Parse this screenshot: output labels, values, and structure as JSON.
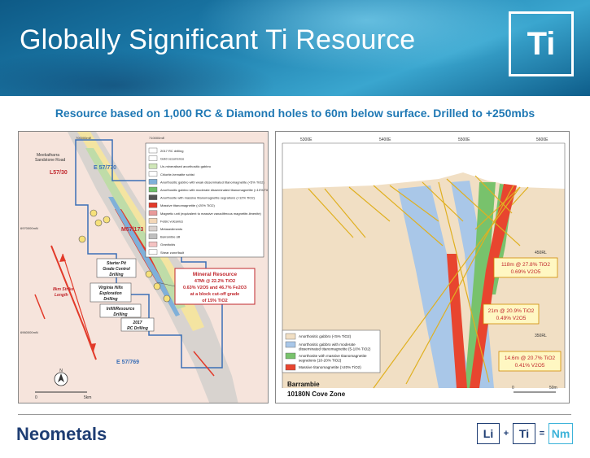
{
  "header": {
    "title": "Globally Significant Ti Resource",
    "logo": "Ti"
  },
  "subtitle": "Resource based on 1,000 RC & Diamond holes to 60m below surface. Drilled to +250mbs",
  "map": {
    "coords": {
      "top_left": "700000mE",
      "top_right": "710000mE",
      "side_1": "6970000mN",
      "side_2": "6960000mN"
    },
    "road_label_1": "Meekatharra",
    "road_label_2": "Sandstone Road",
    "tenements": [
      "L57/30",
      "E 57/770",
      "M57/173",
      "E 57/769"
    ],
    "legend": [
      {
        "label": "2017 RC drilling",
        "color": "#ffffff"
      },
      {
        "label": "Gold occurrence",
        "color": "#ffffff"
      },
      {
        "label": "Un-mineralised anorthositic gabbro",
        "color": "#cfe6b8"
      },
      {
        "label": "Chlorite-hematite schist",
        "color": "#ffffff"
      },
      {
        "label": "Anorthositic gabbro with weak disseminated titanomagnetite (<5% TiO2)",
        "color": "#7fb0d9"
      },
      {
        "label": "Anorthositic gabbro with moderate disseminated titanomagnetite (<10% TiO2)",
        "color": "#6fbf6a"
      },
      {
        "label": "Anorthosite with massive titanomagnetite segrations (<12% TiO2)",
        "color": "#555555"
      },
      {
        "label": "Massive titanomagnetite (>20% TiO2)",
        "color": "#e23a2a"
      },
      {
        "label": "Magnetic unit (equivalent to massive vanadiferous magnetite-ilmenite)",
        "color": "#e89a9a"
      },
      {
        "label": "Felsic volcanics",
        "color": "#f3d7b8"
      },
      {
        "label": "Metasediments",
        "color": "#d9d2cf"
      },
      {
        "label": "Barrambie sill",
        "color": "#bfbfbf"
      },
      {
        "label": "Granitoids",
        "color": "#f4c2c2"
      },
      {
        "label": "Shear zone/fault",
        "color": "#ffffff"
      }
    ],
    "mineral_resource": {
      "line1": "Mineral Resource",
      "line2": "47Mt @ 22.2% TiO2",
      "line3": "0.63% V2O5 and 46.7% Fe2O3",
      "line4": "at a block cut-off grade",
      "line5": "of 15% TiO2"
    },
    "callouts": {
      "starter_pit_1": "Starter Pit",
      "starter_pit_2": "Grade Control",
      "starter_pit_3": "Drilling",
      "virginia_1": "Virginia Hills",
      "virginia_2": "Exploration",
      "virginia_3": "Drilling",
      "infill_1": "Infill/Resource",
      "infill_2": "Drilling",
      "rc_1": "2017",
      "rc_2": "RC Drilling",
      "strike_1": "8km Strike",
      "strike_2": "Length"
    },
    "scale": {
      "start": "0",
      "end": "5km"
    },
    "north": "N"
  },
  "section": {
    "x_labels": [
      "5300E",
      "5400E",
      "5500E",
      "5600E"
    ],
    "y_labels": [
      "450RL",
      "350RL"
    ],
    "intercepts": [
      {
        "line1": "118m @ 27.8% TiO2",
        "line2": "0.69% V2O5"
      },
      {
        "line1": "21m @ 20.9% TiO2",
        "line2": "0.49% V2O5"
      },
      {
        "line1": "14.6m @ 20.7% TiO2",
        "line2": "0.41% V2O5"
      }
    ],
    "legend": [
      {
        "label": "Anorthositic gabbro (<5% TiO2)",
        "color": "#f1dfc4"
      },
      {
        "label": "Anorthositic gabbro with moderate",
        "label2": "disseminated titanomagnetite (5-10% TiO2)",
        "color": "#a9c7e8"
      },
      {
        "label": "Anorthosite with massive titanomagnetite",
        "label2": "segrations (10-20% TiO2)",
        "color": "#78c26c"
      },
      {
        "label": "Massive titanomagnetite (>20% TiO2)",
        "color": "#e8452f"
      }
    ],
    "location_1": "Barrambie",
    "location_2": "10180N Cove Zone",
    "scale": {
      "start": "0",
      "end": "50m"
    }
  },
  "footer": {
    "brand": "Neometals",
    "formula": {
      "a": "Li",
      "plus": "+",
      "b": "Ti",
      "eq": "=",
      "c": "Nm"
    }
  },
  "colors": {
    "header_blue": "#1b79a8",
    "subtitle_blue": "#1f78b4",
    "brand_navy": "#1e3d73",
    "nm_cyan": "#3cb3d9"
  }
}
